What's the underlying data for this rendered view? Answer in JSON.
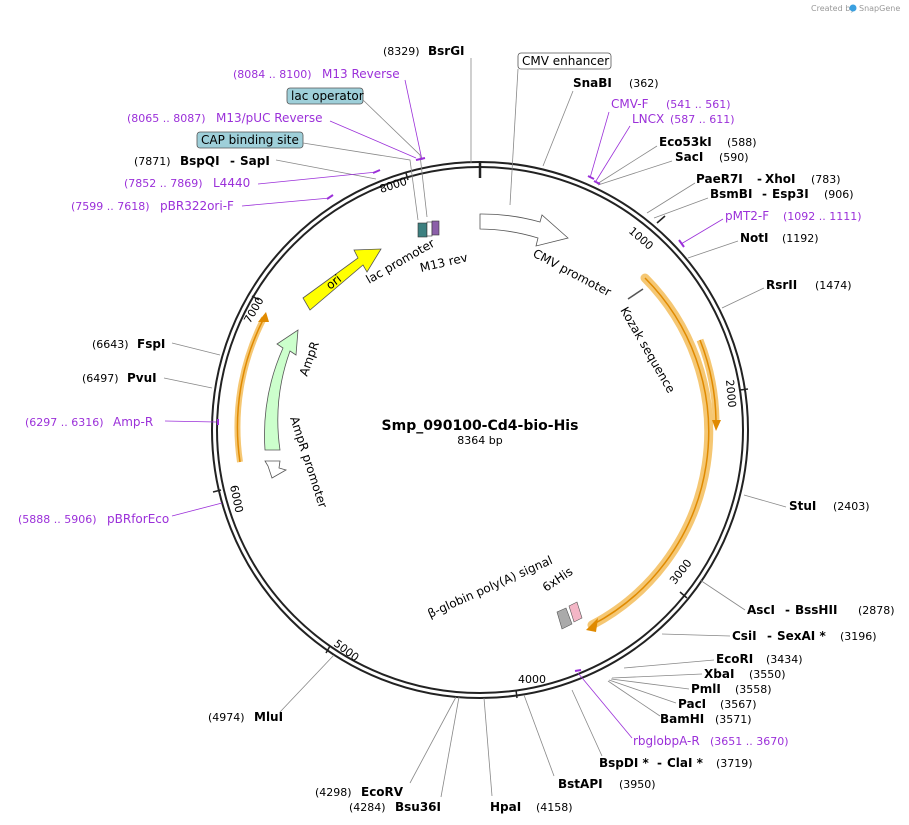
{
  "credit": {
    "prefix": "Created by",
    "brand": "SnapGene"
  },
  "plasmid": {
    "name": "Smp_090100-Cd4-bio-His",
    "size": "8364 bp"
  },
  "ticks": [
    "1000",
    "2000",
    "3000",
    "4000",
    "5000",
    "6000",
    "7000",
    "8000"
  ],
  "enzymes": [
    {
      "name": "BsrGI",
      "pos": "(8329)"
    },
    {
      "name": "SnaBI",
      "pos": "(362)"
    },
    {
      "name": "Eco53kI",
      "pos": "(588)"
    },
    {
      "name": "SacI",
      "pos": "(590)"
    },
    {
      "name": "PaeR7I",
      "name2": "XhoI",
      "pos": "(783)"
    },
    {
      "name": "BsmBI",
      "name2": "Esp3I",
      "pos": "(906)"
    },
    {
      "name": "NotI",
      "pos": "(1192)"
    },
    {
      "name": "RsrII",
      "pos": "(1474)"
    },
    {
      "name": "StuI",
      "pos": "(2403)"
    },
    {
      "name": "AscI",
      "name2": "BssHII",
      "pos": "(2878)"
    },
    {
      "name": "CsiI",
      "name2": "SexAI *",
      "pos": "(3196)"
    },
    {
      "name": "EcoRI",
      "pos": "(3434)"
    },
    {
      "name": "XbaI",
      "pos": "(3550)"
    },
    {
      "name": "PmlI",
      "pos": "(3558)"
    },
    {
      "name": "PacI",
      "pos": "(3567)"
    },
    {
      "name": "BamHI",
      "pos": "(3571)"
    },
    {
      "name": "BspDI *",
      "name2": "ClaI *",
      "pos": "(3719)"
    },
    {
      "name": "BstAPI",
      "pos": "(3950)"
    },
    {
      "name": "HpaI",
      "pos": "(4158)"
    },
    {
      "name": "Bsu36I",
      "pos": "(4284)"
    },
    {
      "name": "EcoRV",
      "pos": "(4298)"
    },
    {
      "name": "MluI",
      "pos": "(4974)"
    },
    {
      "name": "PvuI",
      "pos": "(6497)"
    },
    {
      "name": "FspI",
      "pos": "(6643)"
    },
    {
      "name": "BspQI",
      "name2": "SapI",
      "pos": "(7871)"
    }
  ],
  "primers": [
    {
      "name": "M13 Reverse",
      "pos": "(8084 .. 8100)"
    },
    {
      "name": "M13/pUC Reverse",
      "pos": "(8065 .. 8087)"
    },
    {
      "name": "L4440",
      "pos": "(7852 .. 7869)"
    },
    {
      "name": "pBR322ori-F",
      "pos": "(7599 .. 7618)"
    },
    {
      "name": "CMV-F",
      "pos": "(541 .. 561)"
    },
    {
      "name": "LNCX",
      "pos": "(587 .. 611)"
    },
    {
      "name": "pMT2-F",
      "pos": "(1092 .. 1111)"
    },
    {
      "name": "rbglobpA-R",
      "pos": "(3651 .. 3670)"
    },
    {
      "name": "Amp-R",
      "pos": "(6297 .. 6316)"
    },
    {
      "name": "pBRforEco",
      "pos": "(5888 .. 5906)"
    }
  ],
  "boxed_features": {
    "cmv_enhancer": "CMV enhancer",
    "lac_operator": "lac operator",
    "cap_binding_site": "CAP binding site"
  },
  "features": {
    "ori": "ori",
    "ampr": "AmpR",
    "ampr_promoter": "AmpR promoter",
    "lac_promoter": "lac promoter",
    "m13_rev": "M13 rev",
    "cmv_promoter": "CMV promoter",
    "kozak": "Kozak sequence",
    "his": "6xHis",
    "polya": "β-globin poly(A) signal"
  },
  "colors": {
    "ori": "#ffff00",
    "ampr": "#ccffcc",
    "orf_highlight": "#f5c773",
    "orf_line": "#e08a00",
    "primer": "#9b30d9",
    "boxed_fill": "#9ecfd9",
    "his_fill": "#f3b6c6",
    "polya_fill": "#aaaaaa"
  }
}
